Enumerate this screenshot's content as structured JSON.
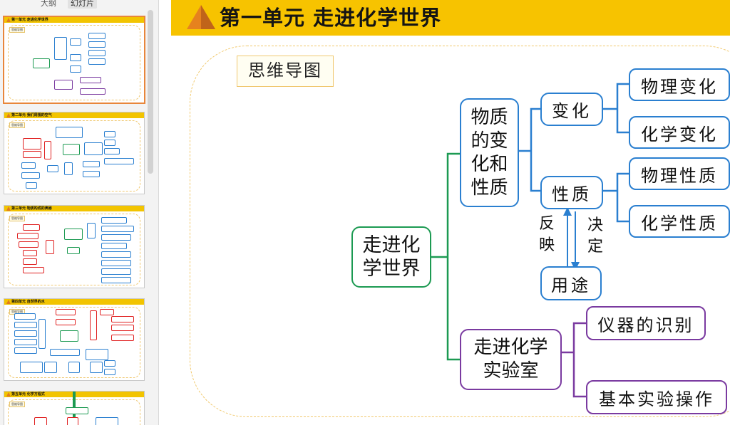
{
  "outline_tabs": {
    "outline": "大纲",
    "slides": "幻灯片"
  },
  "thumbnails": [
    {
      "title": "第一单元  走进化学世界",
      "label": "思维导图",
      "selected": true
    },
    {
      "title": "第二单元  我们周围的空气",
      "label": "思维导图",
      "selected": false
    },
    {
      "title": "第三单元  物质构成的奥秘",
      "label": "思维导图",
      "selected": false
    },
    {
      "title": "第四单元  自然界的水",
      "label": "思维导图",
      "selected": false
    },
    {
      "title": "第五单元  化学方程式",
      "label": "思维导图",
      "selected": false
    }
  ],
  "slide": {
    "title": "第一单元  走进化学世界",
    "mindmap_label": "思维导图",
    "root": "走进化学世界",
    "branch1": "物质的变化和性质",
    "change": "变化",
    "physical_change": "物理变化",
    "chemical_change": "化学变化",
    "property": "性质",
    "physical_property": "物理性质",
    "chemical_property": "化学性质",
    "use": "用途",
    "reflects": "反映",
    "determines": "决定",
    "branch2": "走进化学实验室",
    "instrument_id": "仪器的识别",
    "basic_ops": "基本实验操作"
  },
  "colors": {
    "title_bar": "#f7c300",
    "triangle": "#e6821e",
    "green": "#1c9a52",
    "blue": "#2a7fd0",
    "purple": "#7a3aa0"
  }
}
